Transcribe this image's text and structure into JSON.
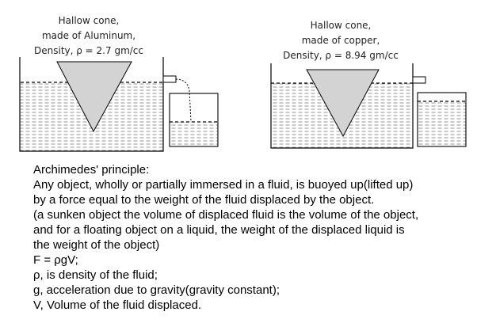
{
  "diagram": {
    "left": {
      "label_lines": [
        "Hallow cone,",
        "made of Aluminum,",
        "Density, ρ = 2.7 gm/cc"
      ]
    },
    "right": {
      "label_lines": [
        "Hallow cone,",
        "made of copper,",
        "Density, ρ = 8.94 gm/cc"
      ]
    }
  },
  "principle": {
    "lines": [
      "Archimedes' principle:",
      "Any object, wholly or partially immersed in a fluid, is buoyed up(lifted up)",
      "by a force equal to the weight of the fluid displaced by the object.",
      "(a sunken object the volume of displaced fluid is the volume of the object,",
      "and for a floating object on a liquid, the weight of the displaced liquid is",
      "the weight of the object)",
      "F = ρgV;",
      "ρ, is density of the fluid;",
      "g, acceleration due to gravity(gravity constant);",
      "V, Volume of the fluid displaced."
    ]
  }
}
